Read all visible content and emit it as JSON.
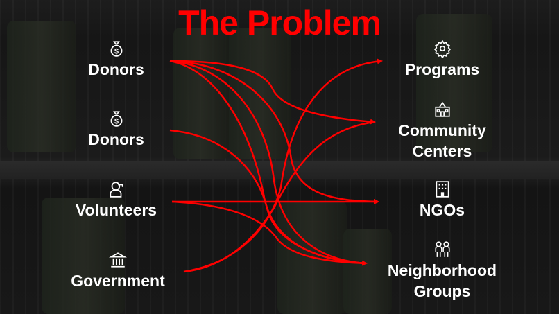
{
  "title": "The Problem",
  "colors": {
    "accent": "#ff0000",
    "text": "#ffffff",
    "background": "#111111"
  },
  "sources": [
    {
      "label": "Donors",
      "icon": "money-bag-icon"
    },
    {
      "label": "Donors",
      "icon": "money-bag-icon"
    },
    {
      "label": "Volunteers",
      "icon": "volunteer-icon"
    },
    {
      "label": "Government",
      "icon": "government-building-icon"
    }
  ],
  "targets": [
    {
      "label": "Programs",
      "icon": "gear-icon"
    },
    {
      "label_line1": "Community",
      "label_line2": "Centers",
      "icon": "school-building-icon"
    },
    {
      "label": "NGOs",
      "icon": "office-building-icon"
    },
    {
      "label_line1": "Neighborhood",
      "label_line2": "Groups",
      "icon": "people-group-icon"
    }
  ],
  "connections": [
    {
      "from": "Donors (1)",
      "to": "Community Centers"
    },
    {
      "from": "Donors (1)",
      "to": "NGOs"
    },
    {
      "from": "Donors (1)",
      "to": "Neighborhood Groups"
    },
    {
      "from": "Donors (1)",
      "to": "Neighborhood Groups"
    },
    {
      "from": "Donors (2)",
      "to": "NGOs"
    },
    {
      "from": "Volunteers",
      "to": "NGOs"
    },
    {
      "from": "Volunteers",
      "to": "Neighborhood Groups"
    },
    {
      "from": "Government",
      "to": "Programs"
    },
    {
      "from": "Government",
      "to": "Community Centers"
    }
  ]
}
